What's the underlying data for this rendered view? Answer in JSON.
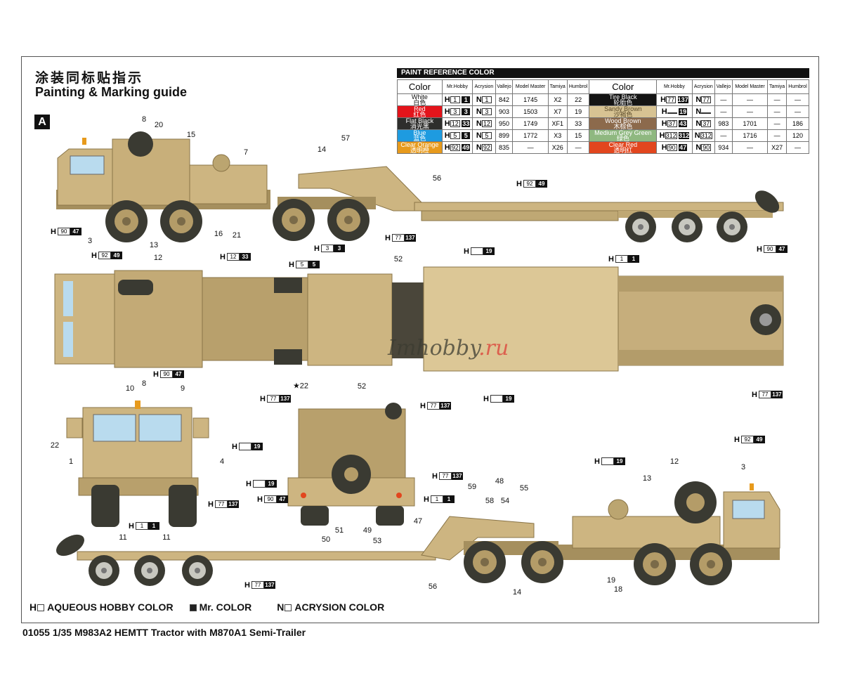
{
  "header": {
    "title_cn": "涂装同标贴指示",
    "title_en": "Painting & Marking guide",
    "section_badge": "A"
  },
  "paint_table": {
    "title": "PAINT  REFERENCE COLOR",
    "columns": [
      "Color",
      "Mr.Hobby",
      "Acrysion",
      "Vallejo",
      "Model Master",
      "Tamiya",
      "Humbrol"
    ],
    "left_rows": [
      {
        "name": "White",
        "name_cn": "白色",
        "swatch": "#ffffff",
        "text": "#111",
        "h": "1",
        "c": "1",
        "n": "1",
        "vallejo": "842",
        "model_master": "1745",
        "tamiya": "X2",
        "humbrol": "22"
      },
      {
        "name": "Red",
        "name_cn": "红色",
        "swatch": "#e3141b",
        "text": "#fff",
        "h": "3",
        "c": "3",
        "n": "3",
        "vallejo": "903",
        "model_master": "1503",
        "tamiya": "X7",
        "humbrol": "19"
      },
      {
        "name": "Flat Black",
        "name_cn": "消光黑",
        "swatch": "#2e2e2c",
        "text": "#fff",
        "h": "12",
        "c": "33",
        "n": "12",
        "vallejo": "950",
        "model_master": "1749",
        "tamiya": "XF1",
        "humbrol": "33"
      },
      {
        "name": "Blue",
        "name_cn": "蓝色",
        "swatch": "#1e9be0",
        "text": "#fff",
        "h": "5",
        "c": "5",
        "n": "5",
        "vallejo": "899",
        "model_master": "1772",
        "tamiya": "X3",
        "humbrol": "15"
      },
      {
        "name": "Clear Orange",
        "name_cn": "透明橙",
        "swatch": "#e79a1c",
        "text": "#fff",
        "h": "92",
        "c": "49",
        "n": "92",
        "vallejo": "835",
        "model_master": "—",
        "tamiya": "X26",
        "humbrol": "—"
      }
    ],
    "right_rows": [
      {
        "name": "Tire Black",
        "name_cn": "轮胎色",
        "swatch": "#141414",
        "text": "#fff",
        "h": "77",
        "c": "137",
        "n": "77",
        "vallejo": "—",
        "model_master": "—",
        "tamiya": "—",
        "humbrol": "—"
      },
      {
        "name": "Sandy Brown",
        "name_cn": "沙褐色",
        "swatch": "#d7c393",
        "text": "#5a4a2a",
        "h": "",
        "c": "19",
        "n": "",
        "vallejo": "—",
        "model_master": "—",
        "tamiya": "—",
        "humbrol": "—"
      },
      {
        "name": "Wood Brown",
        "name_cn": "木棕色",
        "swatch": "#8c6a4c",
        "text": "#fff",
        "h": "37",
        "c": "43",
        "n": "37",
        "vallejo": "983",
        "model_master": "1701",
        "tamiya": "—",
        "humbrol": "186"
      },
      {
        "name": "Medium Grey Green",
        "name_cn": "绿色",
        "swatch": "#8fb880",
        "text": "#fff",
        "h": "312",
        "c": "312",
        "n": "312",
        "vallejo": "—",
        "model_master": "1716",
        "tamiya": "—",
        "humbrol": "120"
      },
      {
        "name": "Clear Red",
        "name_cn": "透明红",
        "swatch": "#e2461e",
        "text": "#fff",
        "h": "90",
        "c": "47",
        "n": "90",
        "vallejo": "934",
        "model_master": "—",
        "tamiya": "X27",
        "humbrol": "—"
      }
    ]
  },
  "callout_numbers": [
    "8",
    "20",
    "15",
    "7",
    "14",
    "57",
    "56",
    "3",
    "13",
    "16",
    "21",
    "12",
    "52",
    "8",
    "★22",
    "10",
    "9",
    "22",
    "1",
    "4",
    "11",
    "11",
    "52",
    "50",
    "51",
    "49",
    "53",
    "12",
    "3",
    "13",
    "59",
    "48",
    "55",
    "58",
    "54",
    "47",
    "56",
    "14",
    "19",
    "18"
  ],
  "paint_tags": [
    {
      "h": "92",
      "c": "49"
    },
    {
      "h": "90",
      "c": "47"
    },
    {
      "h": "77",
      "c": "137"
    },
    {
      "h": "",
      "c": "19"
    },
    {
      "h": "1",
      "c": "1"
    },
    {
      "h": "90",
      "c": "47"
    },
    {
      "h": "92",
      "c": "49"
    },
    {
      "h": "12",
      "c": "33"
    },
    {
      "h": "3",
      "c": "3"
    },
    {
      "h": "5",
      "c": "5"
    },
    {
      "h": "90",
      "c": "47"
    },
    {
      "h": "77",
      "c": "137"
    },
    {
      "h": "",
      "c": "19"
    },
    {
      "h": "77",
      "c": "137"
    },
    {
      "h": "",
      "c": "19"
    },
    {
      "h": "77",
      "c": "137"
    },
    {
      "h": "1",
      "c": "1"
    },
    {
      "h": "77",
      "c": "137"
    },
    {
      "h": "77",
      "c": "137"
    },
    {
      "h": "",
      "c": "19"
    },
    {
      "h": "90",
      "c": "47"
    },
    {
      "h": "1",
      "c": "1"
    },
    {
      "h": "",
      "c": "19"
    },
    {
      "h": "92",
      "c": "49"
    },
    {
      "h": "77",
      "c": "137"
    }
  ],
  "legend": {
    "aqueous": "AQUEOUS HOBBY COLOR",
    "mr": "Mr. COLOR",
    "acrysion": "ACRYSION COLOR",
    "h_prefix": "H",
    "n_prefix": "N"
  },
  "footer": "01055  1/35  M983A2 HEMTT Tractor with M870A1 Semi-Trailer",
  "watermark": {
    "main": "Imhobby",
    "tld": ".ru"
  },
  "colors": {
    "sand": "#cdb581",
    "sand_dark": "#a58f5e",
    "tire": "#3a3a32",
    "glass": "#b9dbee",
    "wood": "#dcc796"
  }
}
